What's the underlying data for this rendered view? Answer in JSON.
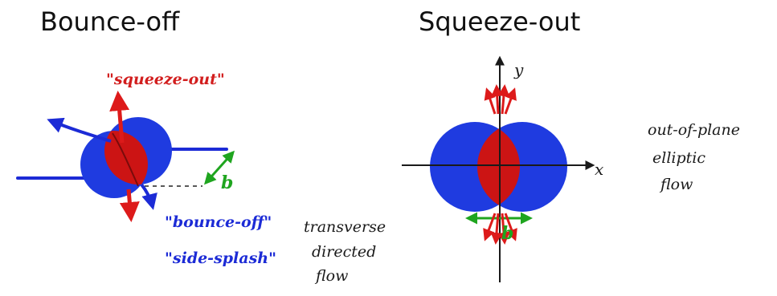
{
  "left_panel": {
    "title": "Bounce-off",
    "squeeze_label": "\"squeeze-out\"",
    "bounce_label": "\"bounce-off\"",
    "splash_label": "\"side-splash\"",
    "b_label": "b",
    "note_lines": [
      "transverse",
      "directed",
      "flow"
    ]
  },
  "right_panel": {
    "title": "Squeeze-out",
    "y_label": "y",
    "x_label": "x",
    "b_label": "b",
    "note_lines": [
      "out-of-plane",
      "elliptic",
      "flow"
    ]
  },
  "colors": {
    "nucleus_blue": "#1f3be0",
    "overlap_red": "#cc1414",
    "arrow_red": "#dd1a1a",
    "arrow_blue": "#1c2bd6",
    "arrow_green": "#1fa51f",
    "axis_black": "#1a1a1a"
  }
}
